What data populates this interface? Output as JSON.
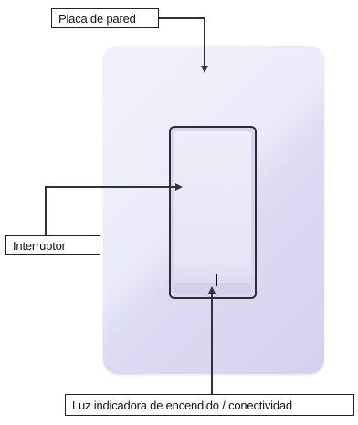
{
  "labels": {
    "wall_plate": "Placa de pared",
    "switch": "Interruptor",
    "indicator": "Luz indicadora de encendido / conectividad"
  },
  "colors": {
    "plate_light": "#f2f1fb",
    "plate_shade": "#d4d1ee",
    "outline": "#222222"
  }
}
